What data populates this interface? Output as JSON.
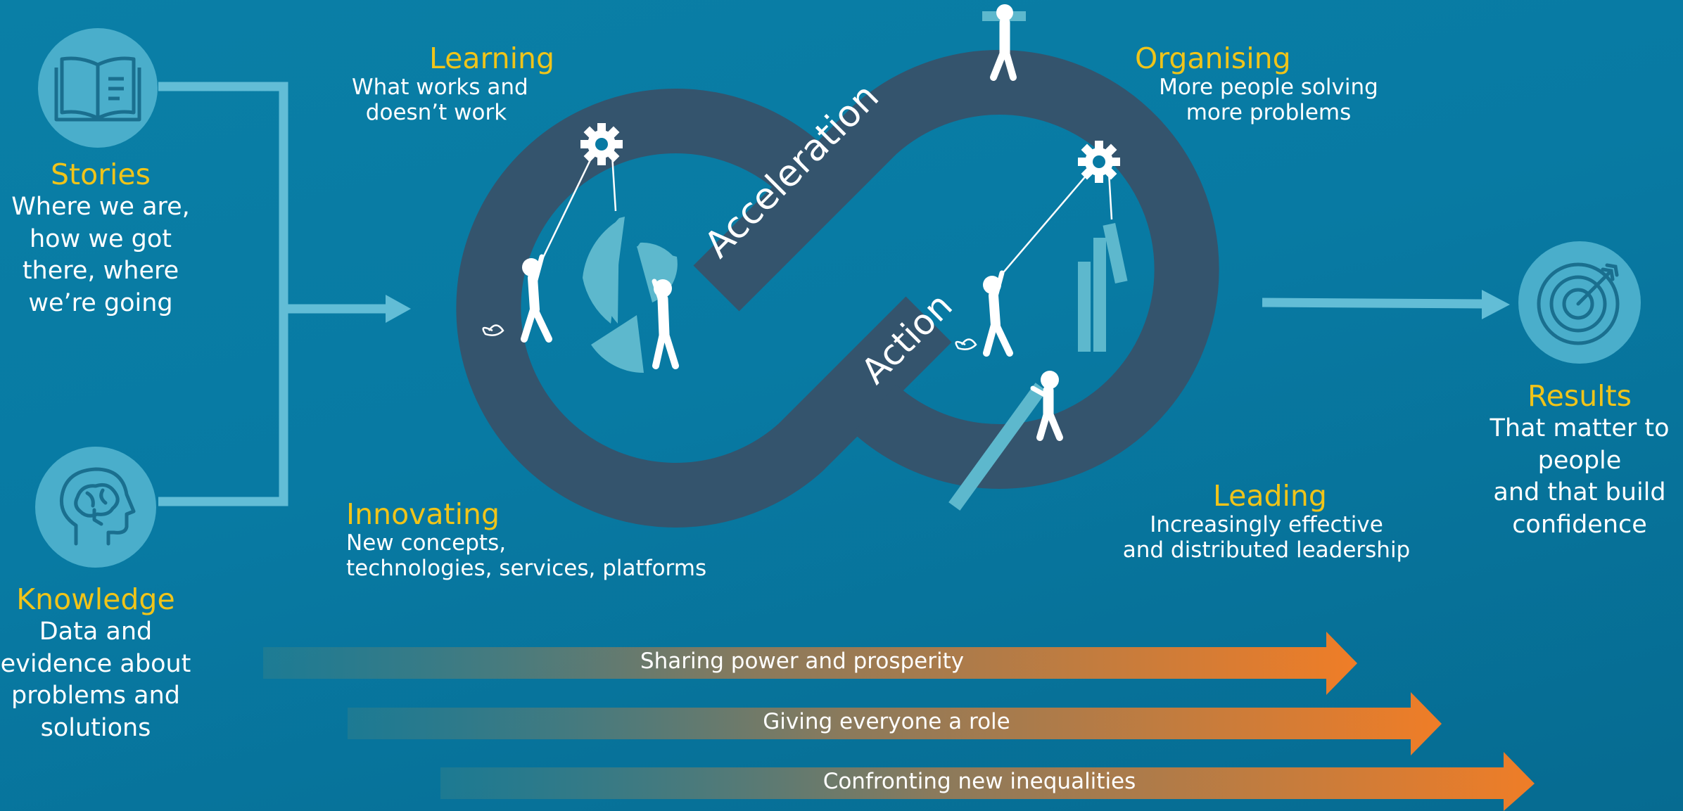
{
  "inputs": {
    "stories": {
      "title": "Stories",
      "lines": [
        "Where we are,",
        "how we got",
        "there, where",
        "we’re going"
      ],
      "icon": "book-icon"
    },
    "knowledge": {
      "title": "Knowledge",
      "lines": [
        "Data and",
        "evidence about",
        "problems and",
        "solutions"
      ],
      "icon": "head-brain-icon"
    }
  },
  "loop": {
    "labels": {
      "acceleration": "Acceleration",
      "action": "Action"
    },
    "learning": {
      "title": "Learning",
      "lines": [
        "What works and",
        "doesn’t work"
      ]
    },
    "organising": {
      "title": "Organising",
      "lines": [
        "More people solving",
        "more problems"
      ]
    },
    "innovating": {
      "title": "Innovating",
      "lines": [
        "New concepts,",
        "technologies, services, platforms"
      ]
    },
    "leading": {
      "title": "Leading",
      "lines": [
        "Increasingly effective",
        "and distributed leadership"
      ]
    }
  },
  "output": {
    "results": {
      "title": "Results",
      "lines": [
        "That matter to",
        "people",
        "and that build",
        "confidence"
      ],
      "icon": "target-icon"
    }
  },
  "principles": [
    "Sharing power and prosperity",
    "Giving everyone a role",
    "Confronting new inequalities"
  ],
  "colors": {
    "background": "#087aa3",
    "loop": "#34546d",
    "accent_title": "#f0c419",
    "icon_circle": "#4aaecb",
    "connector": "#62bdd6",
    "arrow_start": "#2e7f8c",
    "arrow_end": "#ef7d27"
  }
}
